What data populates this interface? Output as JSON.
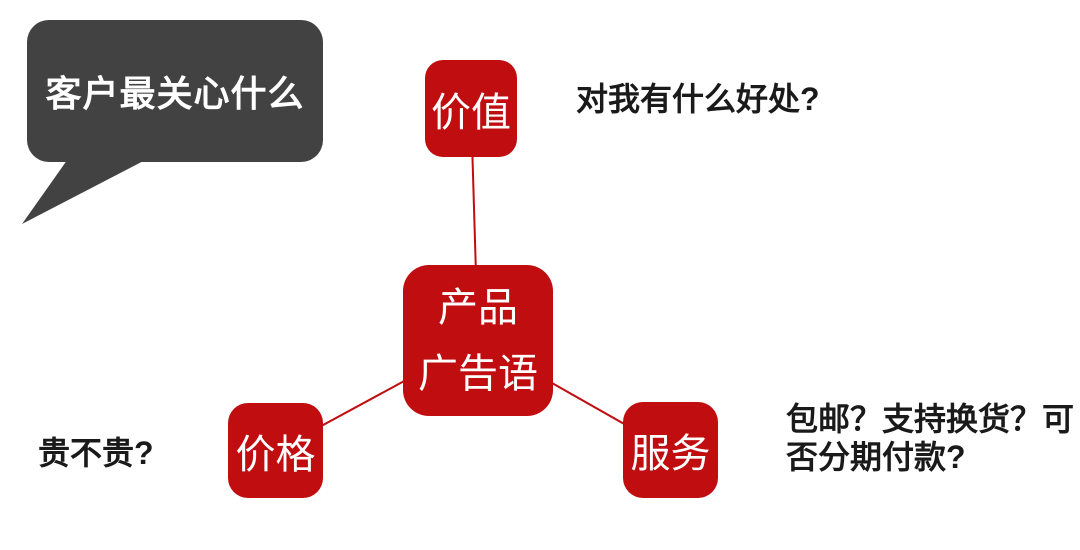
{
  "colors": {
    "node_red": "#C00D10",
    "connector": "#C00D10",
    "bubble_gray": "#424242",
    "node_text": "#FFFFFF",
    "text_black": "#1A1A1A",
    "background": "#FFFFFF"
  },
  "bubble": {
    "text": "客户最关心什么"
  },
  "center_node": {
    "lines": [
      "产品",
      "广告语"
    ]
  },
  "nodes": [
    {
      "id": "value",
      "label": "价值",
      "annotation": "对我有什么好处?"
    },
    {
      "id": "price",
      "label": "价格",
      "annotation": "贵不贵?"
    },
    {
      "id": "service",
      "label": "服务",
      "annotation": "包邮？支持换货？可否分期付款?"
    }
  ]
}
